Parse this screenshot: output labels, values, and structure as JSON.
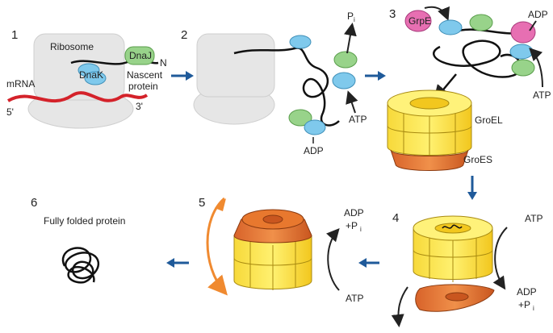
{
  "steps": [
    {
      "number": "1"
    },
    {
      "number": "2"
    },
    {
      "number": "3"
    },
    {
      "number": "4"
    },
    {
      "number": "5"
    },
    {
      "number": "6"
    }
  ],
  "labels": {
    "ribosome": "Ribosome",
    "mrna": "mRNA",
    "five_prime": "5'",
    "three_prime": "3'",
    "dnak": "DnaK",
    "dnaj": "DnaJ",
    "n_terminus": "N",
    "nascent_line1": "Nascent",
    "nascent_line2": "protein",
    "grpe": "GrpE",
    "groel": "GroEL",
    "groes": "GroES",
    "fully_folded": "Fully folded protein",
    "atp": "ATP",
    "adp": "ADP",
    "p": "P",
    "i": "i",
    "plus_p": "+P"
  },
  "colors": {
    "ribosome": "#e6e6e6",
    "dnak": "#7fc9ec",
    "dnaj": "#98d38a",
    "grpe": "#e76fb2",
    "groel": "#f7e14a",
    "groes": "#e8782e",
    "mrna": "#d4222a",
    "flow_arrow": "#1f5a9a",
    "cycle_arrow": "#f08a30"
  }
}
